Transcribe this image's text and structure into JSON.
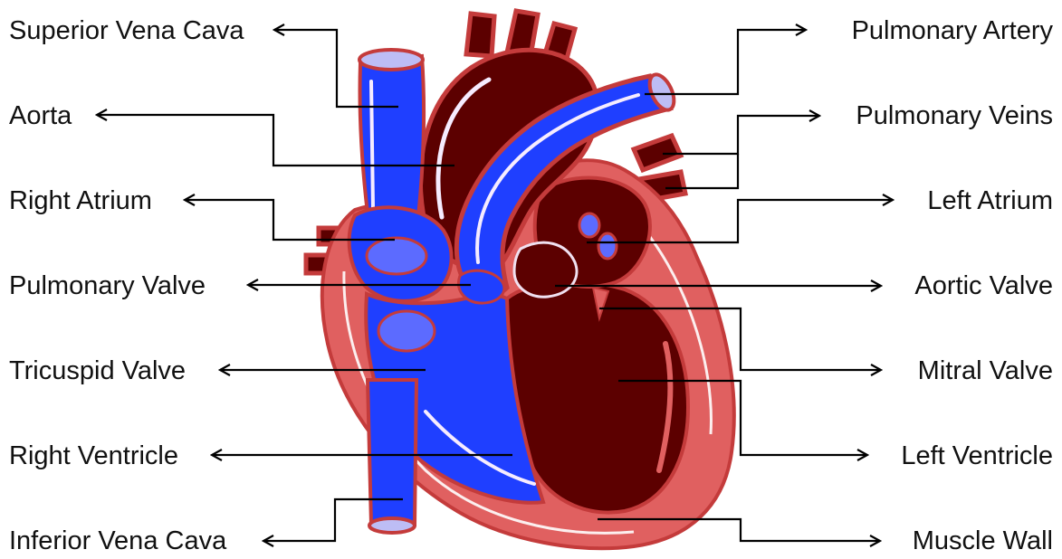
{
  "diagram": {
    "labels_left": [
      "Superior Vena Cava",
      "Aorta",
      "Right Atrium",
      "Pulmonary Valve",
      "Tricuspid Valve",
      "Right Ventricle",
      "Inferior Vena Cava"
    ],
    "labels_right": [
      "Pulmonary Artery",
      "Pulmonary Veins",
      "Left Atrium",
      "Aortic Valve",
      "Mitral Valve",
      "Left Ventricle",
      "Muscle Wall"
    ]
  },
  "colors": {
    "deoxygenated": "#1f3fff",
    "oxygenated": "#5c0000",
    "muscle": "#e06060",
    "outline": "#c43b3b",
    "highlight": "#f6ecff"
  }
}
